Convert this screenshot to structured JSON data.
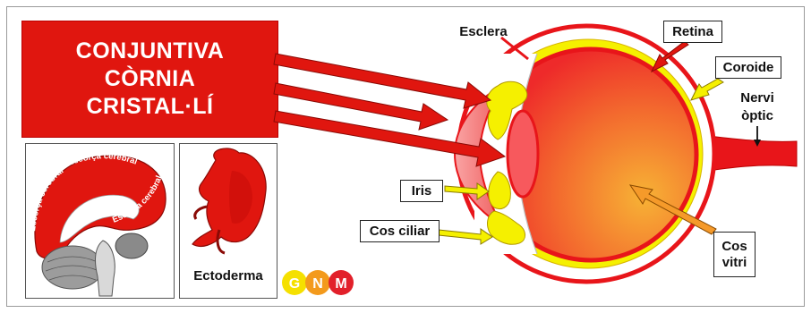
{
  "source_tissues": [
    "CONJUNTIVA",
    "CÒRNIA",
    "CRISTAL·LÍ"
  ],
  "brain_labels": [
    "Escorça cerebral",
    "Escorça cerebral",
    "Escorça cerebral"
  ],
  "embryo_caption": "Ectoderma",
  "logo_letters": [
    "G",
    "N",
    "M"
  ],
  "eye_labels": {
    "esclera": "Esclera",
    "retina": "Retina",
    "coroide": "Coroide",
    "nervi_optic_line1": "Nervi",
    "nervi_optic_line2": "òptic",
    "iris": "Iris",
    "cos_ciliar": "Cos ciliar",
    "cos_vitri_line1": "Cos",
    "cos_vitri_line2": "vitri"
  },
  "colors": {
    "ectoderm_red": "#e0160f",
    "retina_red": "#e8151a",
    "choroid_yellow": "#f5f000",
    "vitreous_orange": "#f59a2a",
    "cornea_pink": "#f77a7a"
  }
}
